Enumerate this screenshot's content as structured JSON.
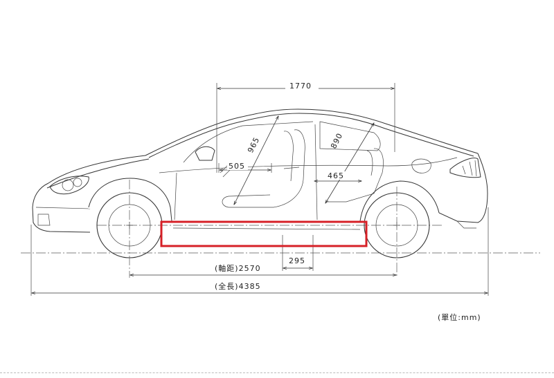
{
  "dimensions": {
    "width_top": "1770",
    "seat_diag_front": "965",
    "seat_diag_rear": "890",
    "front_depth": "505",
    "rear_depth": "465",
    "step": "295",
    "wheelbase": "(軸距)2570",
    "overall_length": "(全長)4385"
  },
  "unit_note": "(單位:mm)",
  "colors": {
    "line": "#333333",
    "highlight": "#d62027"
  }
}
